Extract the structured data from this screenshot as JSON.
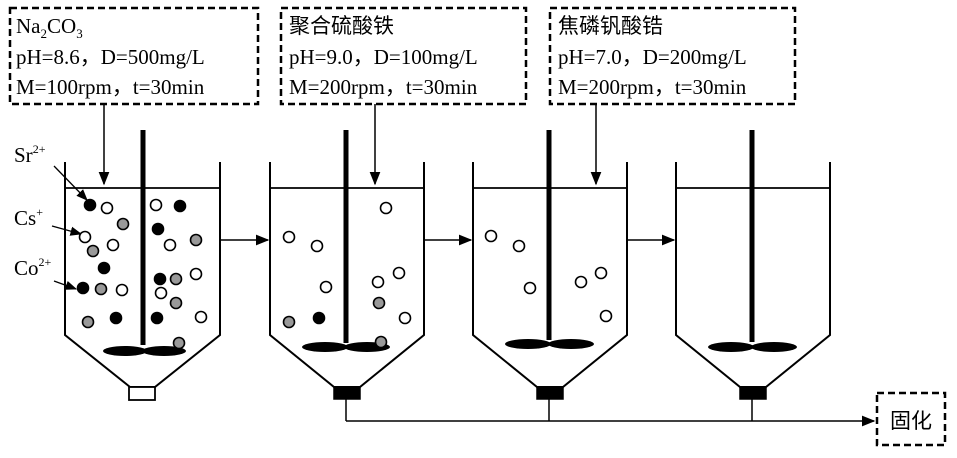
{
  "ions": {
    "sr": {
      "base": "Sr",
      "sup": "2+"
    },
    "cs": {
      "base": "Cs",
      "sup": "+"
    },
    "co": {
      "base": "Co",
      "sup": "2+"
    }
  },
  "stage1": {
    "reagent": {
      "base": "Na",
      "sub": "2",
      "rest": "CO",
      "sub2": "3"
    },
    "line2": "pH=8.6，D=500mg/L",
    "line3": "M=100rpm，t=30min"
  },
  "stage2": {
    "reagent": "聚合硫酸铁",
    "line2": "pH=9.0，D=100mg/L",
    "line3": "M=200rpm，t=30min"
  },
  "stage3": {
    "reagent": "焦磷钒酸锆",
    "line2": "pH=7.0，D=200mg/L",
    "line3": "M=200rpm，t=30min"
  },
  "output": "固化",
  "colors": {
    "black_particle": "#000000",
    "gray_particle": "#999999",
    "white_particle": "#ffffff"
  }
}
